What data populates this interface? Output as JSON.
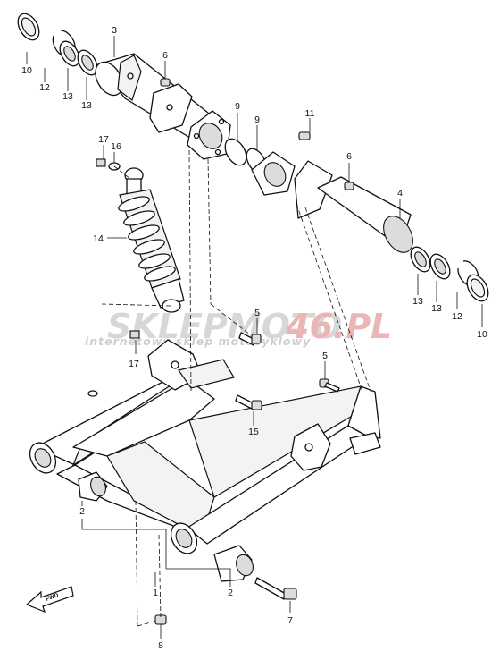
{
  "watermark": {
    "brand_left": "SKLEPMOTO",
    "brand_right": "46.PL",
    "tagline": "internetowy sklep motocyklowy",
    "accent_color": "#d23a3a"
  },
  "direction_marker": {
    "text": "FWD",
    "icon": "forward-arrow-icon"
  },
  "callouts": [
    {
      "id": "c3",
      "text": "3"
    },
    {
      "id": "c10a",
      "text": "10"
    },
    {
      "id": "c12a",
      "text": "12"
    },
    {
      "id": "c13a",
      "text": "13"
    },
    {
      "id": "c13b",
      "text": "13"
    },
    {
      "id": "c6a",
      "text": "6"
    },
    {
      "id": "c9a",
      "text": "9"
    },
    {
      "id": "c9b",
      "text": "9"
    },
    {
      "id": "c11",
      "text": "11"
    },
    {
      "id": "c6b",
      "text": "6"
    },
    {
      "id": "c4",
      "text": "4"
    },
    {
      "id": "c17a",
      "text": "17"
    },
    {
      "id": "c16",
      "text": "16"
    },
    {
      "id": "c14",
      "text": "14"
    },
    {
      "id": "c5a",
      "text": "5"
    },
    {
      "id": "c17b",
      "text": "17"
    },
    {
      "id": "c5b",
      "text": "5"
    },
    {
      "id": "c15",
      "text": "15"
    },
    {
      "id": "c13c",
      "text": "13"
    },
    {
      "id": "c13d",
      "text": "13"
    },
    {
      "id": "c12b",
      "text": "12"
    },
    {
      "id": "c10b",
      "text": "10"
    },
    {
      "id": "c2a",
      "text": "2"
    },
    {
      "id": "c1",
      "text": "1"
    },
    {
      "id": "c2b",
      "text": "2"
    },
    {
      "id": "c7",
      "text": "7"
    },
    {
      "id": "c8",
      "text": "8"
    }
  ]
}
